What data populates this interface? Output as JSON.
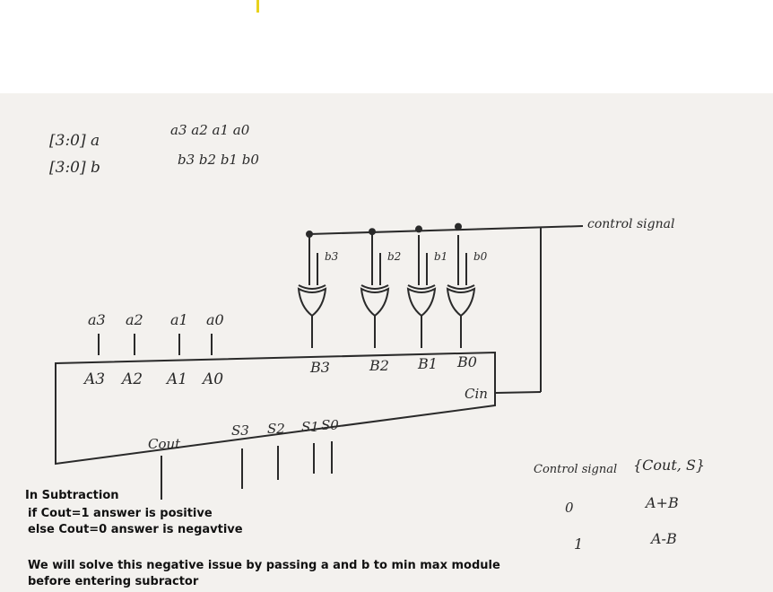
{
  "colors": {
    "paper": "#f3f1ee",
    "ink": "#2a2a2a",
    "marker": "#e8d21c",
    "typed_text": "#111111"
  },
  "defs": {
    "a_def": "[3:0] a",
    "b_def": "[3:0] b",
    "a_bits": "a3  a2  a1  a0",
    "b_bits": "b3  b2  b1  b0"
  },
  "labels": {
    "control_signal": "control signal",
    "a_inputs": [
      "a3",
      "a2",
      "a1",
      "a0"
    ],
    "A_ports": [
      "A3",
      "A2",
      "A1",
      "A0"
    ],
    "b_inputs": [
      "b3",
      "b2",
      "b1",
      "b0"
    ],
    "B_ports": [
      "B3",
      "B2",
      "B1",
      "B0"
    ],
    "cin": "Cin",
    "cout": "Cout",
    "sums": [
      "S3",
      "S2",
      "S1",
      "S0"
    ]
  },
  "truth_table": {
    "header_left": "Control signal",
    "header_right": "{Cout, S}",
    "rows": [
      {
        "ctrl": "0",
        "op": "A+B"
      },
      {
        "ctrl": "1",
        "op": "A-B"
      }
    ]
  },
  "notes": {
    "line1": "In Subtraction",
    "line2": "if Cout=1 answer is positive",
    "line3": "else Cout=0 answer is negavtive",
    "line4": "We will solve this negative issue by passing a and b to min max module",
    "line5": "before entering subractor"
  }
}
